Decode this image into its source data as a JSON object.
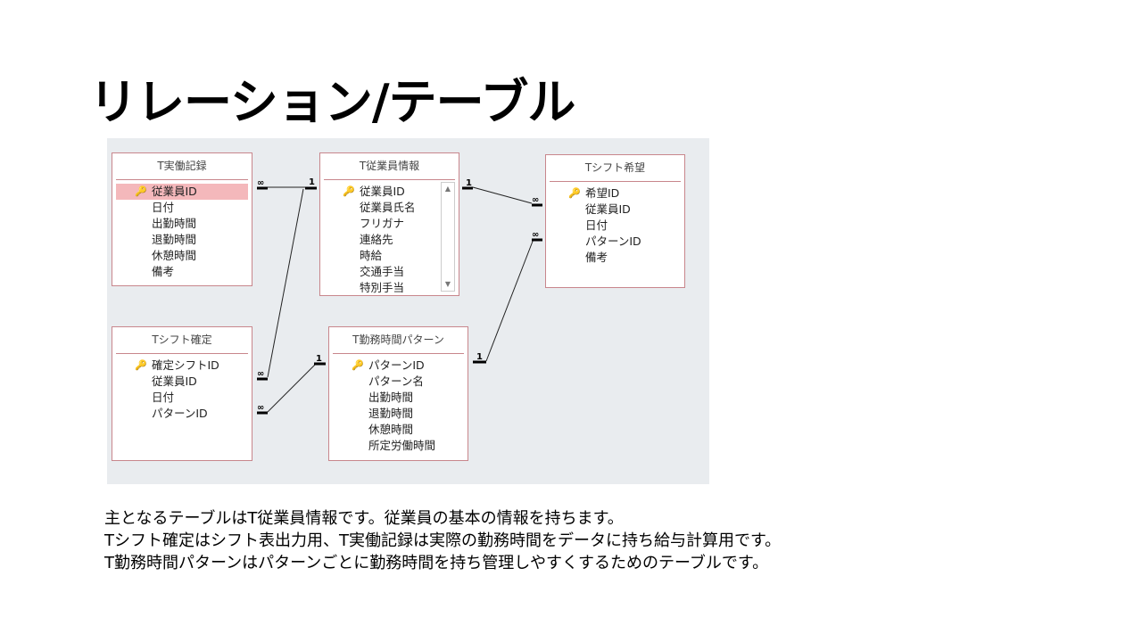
{
  "title": "リレーション/テーブル",
  "tables": {
    "jitsudo": {
      "name": "T実働記録",
      "fields": [
        "従業員ID",
        "日付",
        "出勤時間",
        "退勤時間",
        "休憩時間",
        "備考"
      ]
    },
    "jugyoin": {
      "name": "T従業員情報",
      "fields": [
        "従業員ID",
        "従業員氏名",
        "フリガナ",
        "連絡先",
        "時給",
        "交通手当",
        "特別手当"
      ]
    },
    "kibo": {
      "name": "Tシフト希望",
      "fields": [
        "希望ID",
        "従業員ID",
        "日付",
        "パターンID",
        "備考"
      ]
    },
    "kakutei": {
      "name": "Tシフト確定",
      "fields": [
        "確定シフトID",
        "従業員ID",
        "日付",
        "パターンID"
      ]
    },
    "pattern": {
      "name": "T勤務時間パターン",
      "fields": [
        "パターンID",
        "パターン名",
        "出勤時間",
        "退勤時間",
        "休憩時間",
        "所定労働時間"
      ]
    }
  },
  "relation_labels": {
    "one": "1",
    "many": "∞"
  },
  "description": [
    "主となるテーブルはT従業員情報です。従業員の基本の情報を持ちます。",
    "Tシフト確定はシフト表出力用、T実働記録は実際の勤務時間をデータに持ち給与計算用です。",
    "T勤務時間パターンはパターンごとに勤務時間を持ち管理しやすくするためのテーブルです。"
  ]
}
